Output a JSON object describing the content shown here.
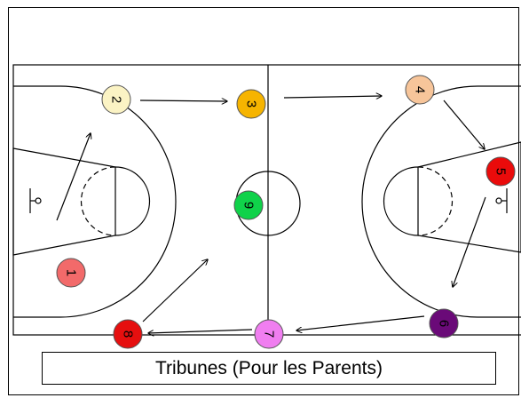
{
  "stands_label": "Tribunes (Pour les Parents)",
  "players": [
    {
      "number": "1",
      "color": "#f26a6a"
    },
    {
      "number": "2",
      "color": "#fbf3c4"
    },
    {
      "number": "3",
      "color": "#f6b400"
    },
    {
      "number": "4",
      "color": "#f7c59a"
    },
    {
      "number": "5",
      "color": "#ea0b0b"
    },
    {
      "number": "6",
      "color": "#6a0a78"
    },
    {
      "number": "7",
      "color": "#f07ef0"
    },
    {
      "number": "8",
      "color": "#e60f0f"
    },
    {
      "number": "9",
      "color": "#10d24a"
    }
  ]
}
